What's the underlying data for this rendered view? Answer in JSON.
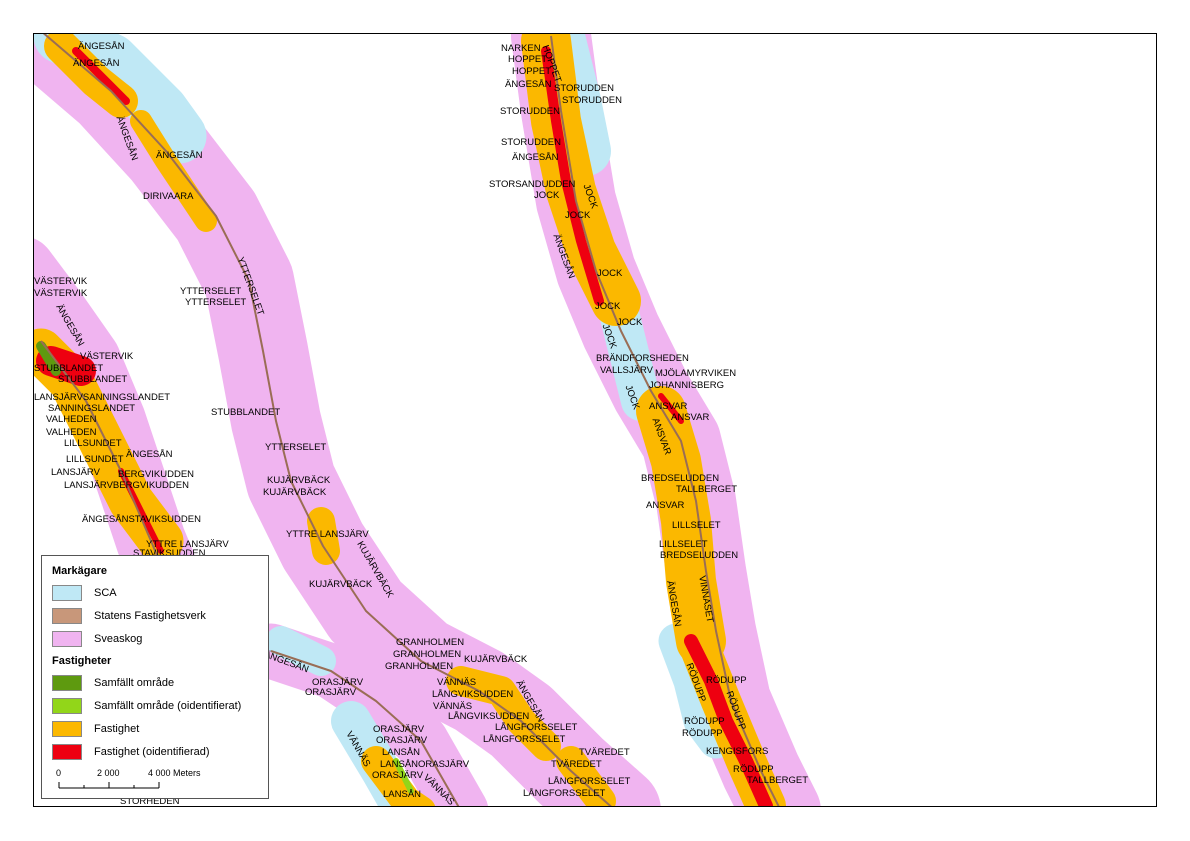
{
  "legend": {
    "heading_owner": "Markägare",
    "heading_property": "Fastigheter",
    "owners": [
      {
        "label": "SCA",
        "color": "#bfe8f5"
      },
      {
        "label": "Statens Fastighetsverk",
        "color": "#c8977a"
      },
      {
        "label": "Sveaskog",
        "color": "#f0b4f0"
      }
    ],
    "properties": [
      {
        "label": "Samfällt område",
        "color": "#5e9a0f"
      },
      {
        "label": "Samfällt område (oidentifierat)",
        "color": "#92d619"
      },
      {
        "label": "Fastighet",
        "color": "#fbb800"
      },
      {
        "label": "Fastighet (oidentifierad)",
        "color": "#ee0010"
      }
    ],
    "scale": {
      "t0": "0",
      "t1": "2 000",
      "t2": "4 000 Meters"
    }
  },
  "labels": [
    {
      "text": "ÄNGESÅN"
    },
    {
      "text": "ÄNGESÅN"
    },
    {
      "text": "ÄNGESÅN"
    },
    {
      "text": "ÄNGESÅN"
    },
    {
      "text": "DIRIVAARA"
    },
    {
      "text": "YTTERSELET"
    },
    {
      "text": "YTTERSELET"
    },
    {
      "text": "YTTERSELET"
    },
    {
      "text": "STUBBLANDET"
    },
    {
      "text": "YTTERSELET"
    },
    {
      "text": "KUJÄRVBÄCK"
    },
    {
      "text": "KUJÄRVBÄCK"
    },
    {
      "text": "YTTRE LANSJÄRV"
    },
    {
      "text": "KUJÄRVBÄCK"
    },
    {
      "text": "KUJÄRVBÄCK"
    },
    {
      "text": "VÄSTERVIK"
    },
    {
      "text": "VÄSTERVIK"
    },
    {
      "text": "ÄNGESÅN"
    },
    {
      "text": "VÄSTERVIK"
    },
    {
      "text": "STUBBLANDET"
    },
    {
      "text": "STUBBLANDET"
    },
    {
      "text": "LANSJÄRVSANNINGSLANDET"
    },
    {
      "text": "SANNINGSLANDET"
    },
    {
      "text": "VALHEDEN"
    },
    {
      "text": "VALHEDEN"
    },
    {
      "text": "LILLSUNDET"
    },
    {
      "text": "ÄNGESÅN"
    },
    {
      "text": "LILLSUNDET"
    },
    {
      "text": "LANSJÄRV"
    },
    {
      "text": "BERGVIKUDDEN"
    },
    {
      "text": "LANSJÄRVBERGVIKUDDEN"
    },
    {
      "text": "ÄNGESÅNSTAVIKSUDDEN"
    },
    {
      "text": "YTTRE LANSJÄRV"
    },
    {
      "text": "STAVIKSUDDEN"
    },
    {
      "text": "STORHEDEN"
    },
    {
      "text": "NARKEN"
    },
    {
      "text": "HOPPET"
    },
    {
      "text": "HOPPET"
    },
    {
      "text": "HOPPET"
    },
    {
      "text": "ÄNGESÅN"
    },
    {
      "text": "STORUDDEN"
    },
    {
      "text": "STORUDDEN"
    },
    {
      "text": "STORUDDEN"
    },
    {
      "text": "STORUDDEN"
    },
    {
      "text": "ÄNGESÅN"
    },
    {
      "text": "STORSANDUDDEN"
    },
    {
      "text": "JOCK"
    },
    {
      "text": "JOCK"
    },
    {
      "text": "JOCK"
    },
    {
      "text": "ÄNGESÅN"
    },
    {
      "text": "JOCK"
    },
    {
      "text": "JOCK"
    },
    {
      "text": "JOCK"
    },
    {
      "text": "JOCK"
    },
    {
      "text": "BRÄNDFORSHEDEN"
    },
    {
      "text": "VALLSJÄRV"
    },
    {
      "text": "MJÖLAMYRVIKEN"
    },
    {
      "text": "JOHANNISBERG"
    },
    {
      "text": "JOCK"
    },
    {
      "text": "ANSVAR"
    },
    {
      "text": "ANSVAR"
    },
    {
      "text": "ANSVAR"
    },
    {
      "text": "BREDSELUDDEN"
    },
    {
      "text": "TALLBERGET"
    },
    {
      "text": "ANSVAR"
    },
    {
      "text": "LILLSELET"
    },
    {
      "text": "LILLSELET"
    },
    {
      "text": "BREDSELUDDEN"
    },
    {
      "text": "ÄNGESÅN"
    },
    {
      "text": "VINNASET"
    },
    {
      "text": "RÖDUPP"
    },
    {
      "text": "RÖDUPP"
    },
    {
      "text": "RÖDUPP"
    },
    {
      "text": "RÖDUPP"
    },
    {
      "text": "RÖDUPP"
    },
    {
      "text": "KENGISFORS"
    },
    {
      "text": "RÖDUPP"
    },
    {
      "text": "TALLBERGET"
    },
    {
      "text": "ÄNGESÅN"
    },
    {
      "text": "ORASJÄRV"
    },
    {
      "text": "ORASJÄRV"
    },
    {
      "text": "GRANHOLMEN"
    },
    {
      "text": "GRANHOLMEN"
    },
    {
      "text": "GRANHOLMEN"
    },
    {
      "text": "KUJÄRVBÄCK"
    },
    {
      "text": "VÄNNÄS"
    },
    {
      "text": "LÅNGVIKSUDDEN"
    },
    {
      "text": "VÄNNÄS"
    },
    {
      "text": "LÅNGVIKSUDDEN"
    },
    {
      "text": "ÄNGESÅN"
    },
    {
      "text": "LÅNGFORSSELET"
    },
    {
      "text": "LÅNGFORSSELET"
    },
    {
      "text": "TVÄREDET"
    },
    {
      "text": "TVÄREDET"
    },
    {
      "text": "LÅNGFORSSELET"
    },
    {
      "text": "LÅNGFORSSELET"
    },
    {
      "text": "ORASJÄRV"
    },
    {
      "text": "ORASJÄRV"
    },
    {
      "text": "VÄNNÄS"
    },
    {
      "text": "LANSÅN"
    },
    {
      "text": "LANSÅNORASJÄRV"
    },
    {
      "text": "ORASJÄRV"
    },
    {
      "text": "VÄNNÄS"
    },
    {
      "text": "LANSÅN"
    }
  ]
}
